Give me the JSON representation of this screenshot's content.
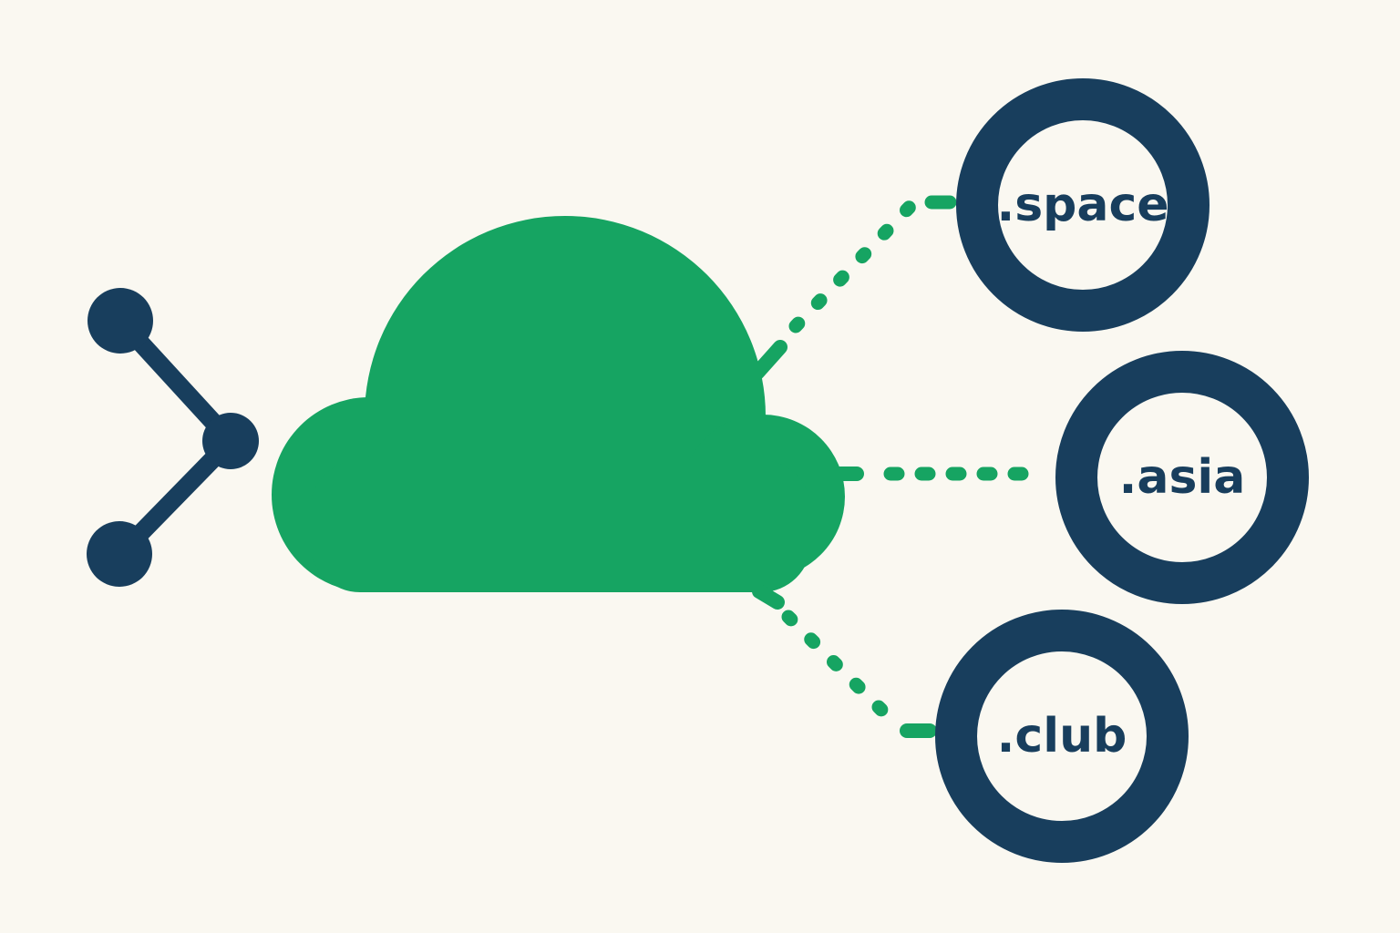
{
  "illustration": {
    "type": "domain-tld-cloud-diagram",
    "left_icon": "share-network-icon",
    "center_icon": "cloud-icon",
    "tld_nodes": [
      {
        "label": ".space"
      },
      {
        "label": ".asia"
      },
      {
        "label": ".club"
      }
    ],
    "colors": {
      "background": "#FAF8F1",
      "green": "#16A462",
      "navy": "#183E5D"
    }
  }
}
